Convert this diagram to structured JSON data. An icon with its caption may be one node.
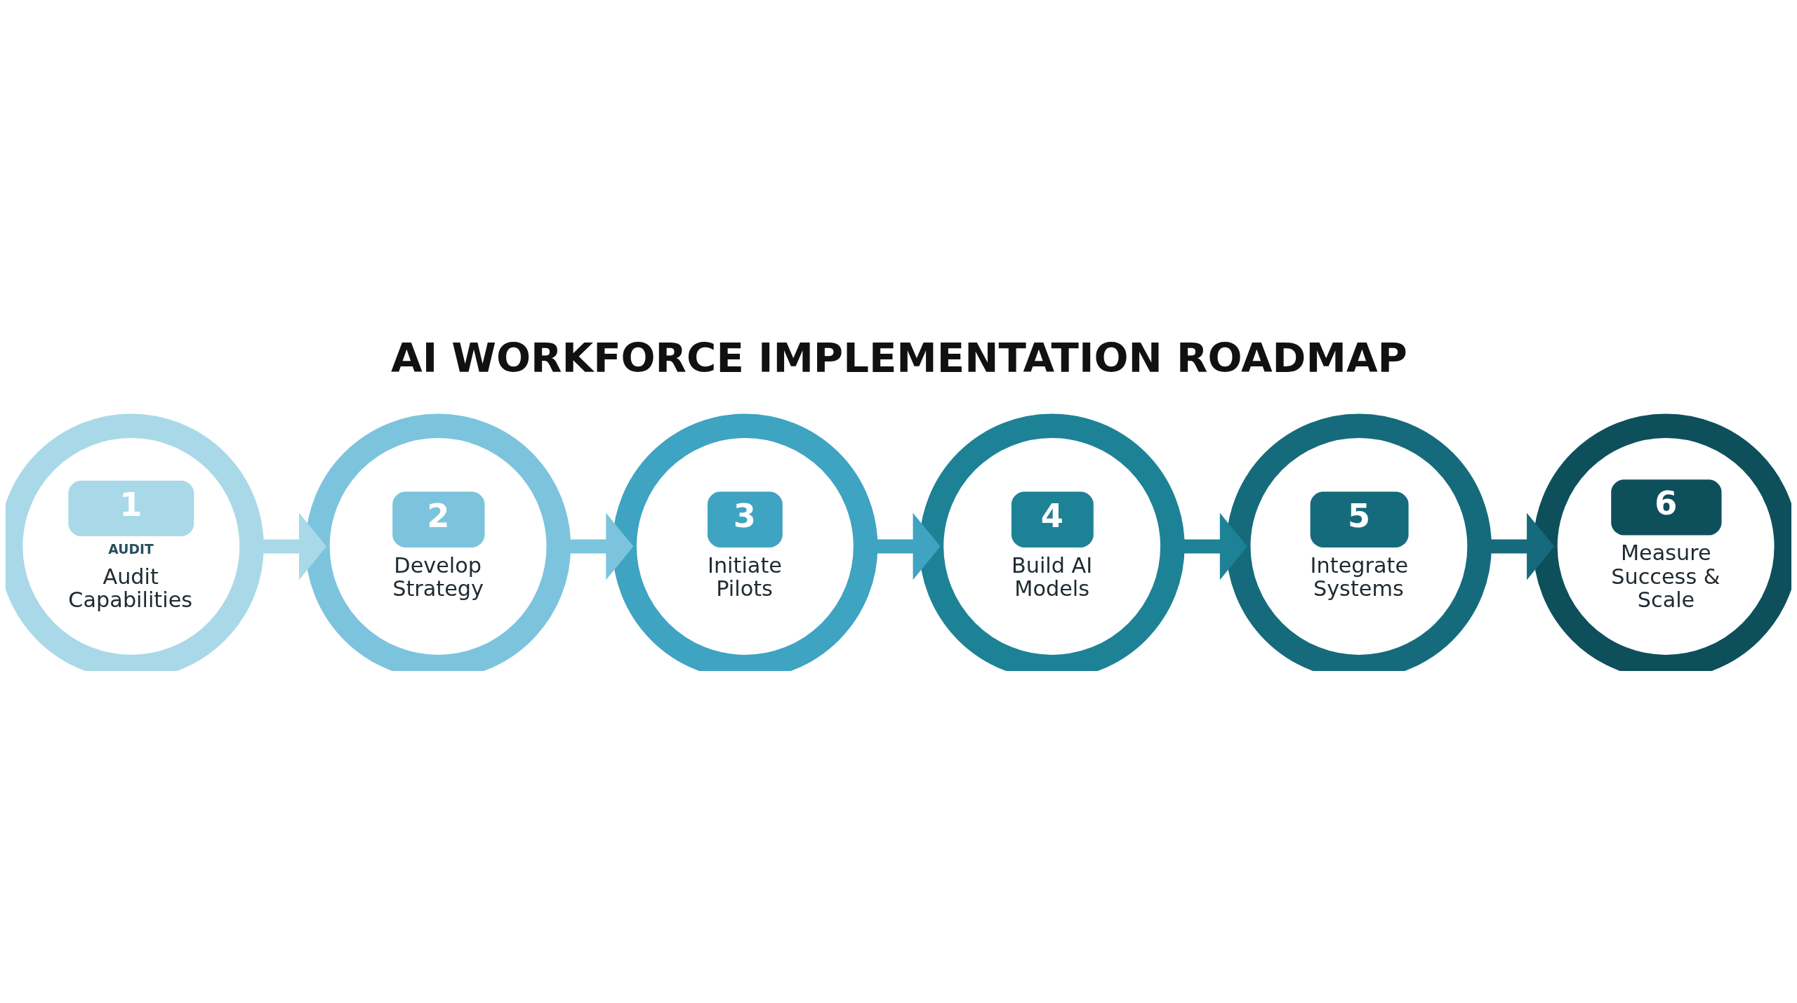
{
  "diagram": {
    "title": "AI WORKFORCE IMPLEMENTATION ROADMAP",
    "nodes": [
      {
        "text": [
          "1",
          "AUDIT",
          "Audit Capabilities"
        ]
      },
      {
        "text": [
          "2",
          "Develop Strategy"
        ]
      },
      {
        "text": [
          "3",
          "Initiate Pilots"
        ]
      },
      {
        "text": [
          "4",
          "Build AI Models"
        ]
      },
      {
        "text": [
          "5",
          "Integrate Systems"
        ]
      },
      {
        "text": [
          "6",
          "Measure Success & Scale"
        ]
      }
    ],
    "edges": [
      {
        "from": 0,
        "to": 1,
        "arrow": "to",
        "color": "#a9d9e8"
      },
      {
        "from": 1,
        "to": 2,
        "arrow": "to",
        "color": "#7cc4dd"
      },
      {
        "from": 2,
        "to": 3,
        "arrow": "to",
        "color": "#3fa3c2"
      },
      {
        "from": 3,
        "to": 4,
        "arrow": "to",
        "color": "#1e8296"
      },
      {
        "from": 4,
        "to": 5,
        "arrow": "to",
        "color": "#156b7b"
      }
    ]
  }
}
